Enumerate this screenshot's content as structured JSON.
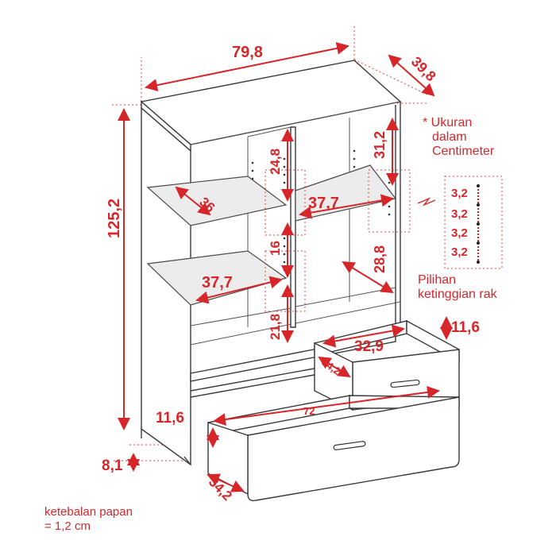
{
  "dimensions": {
    "width": "79,8",
    "depth": "39,8",
    "height": "125,2",
    "shelf_left_depth": "36",
    "shelf_left_width": "37,7",
    "shelf_right_width": "37,7",
    "gap_top_left": "24,8",
    "gap_mid_left": "16",
    "gap_bottom_left": "21,8",
    "gap_top_right": "31,2",
    "gap_bottom_right": "28,8",
    "drawer_small_width": "32,9",
    "drawer_small_depth": "34,2",
    "drawer_small_height": "11,6",
    "drawer_large_width": "72",
    "drawer_large_height": "11,6",
    "drawer_large_depth": "34,2",
    "plinth_height": "8,1"
  },
  "shelf_spacing": {
    "values": [
      "3,2",
      "3,2",
      "3,2",
      "3,2"
    ],
    "label_line1": "Pilihan",
    "label_line2": "ketinggian rak"
  },
  "notes": {
    "unit_line1": "* Ukuran",
    "unit_line2": "dalam",
    "unit_line3": "Centimeter",
    "board_line1": "ketebalan papan",
    "board_line2": "= 1,2 cm"
  }
}
